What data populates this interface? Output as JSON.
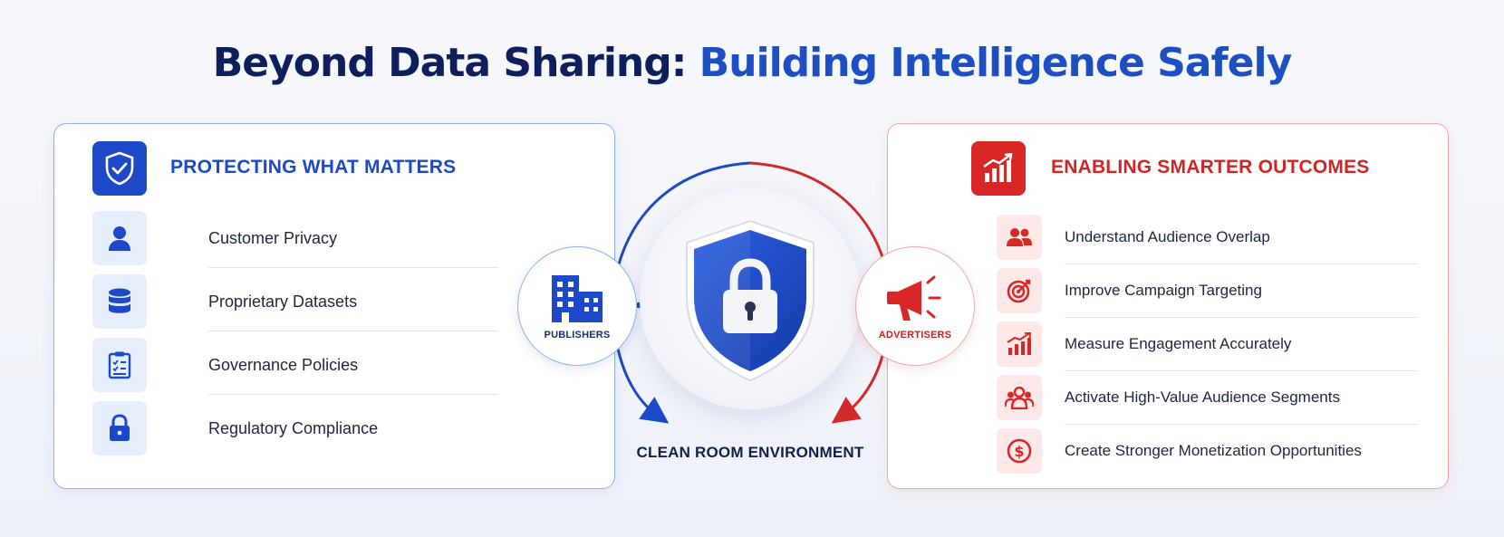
{
  "title": {
    "part1": "Beyond Data Sharing:",
    "part2": "Building Intelligence Safely"
  },
  "left_panel": {
    "heading": "PROTECTING WHAT MATTERS",
    "items": [
      {
        "label": "Customer Privacy",
        "icon": "user-icon"
      },
      {
        "label": "Proprietary Datasets",
        "icon": "database-icon"
      },
      {
        "label": "Governance Policies",
        "icon": "clipboard-checklist-icon"
      },
      {
        "label": "Regulatory Compliance",
        "icon": "padlock-icon"
      }
    ]
  },
  "right_panel": {
    "heading": "ENABLING SMARTER OUTCOMES",
    "items": [
      {
        "label": "Understand Audience Overlap",
        "icon": "people-icon"
      },
      {
        "label": "Improve Campaign Targeting",
        "icon": "target-icon"
      },
      {
        "label": "Measure Engagement Accurately",
        "icon": "growth-chart-icon"
      },
      {
        "label": "Activate High-Value Audience Segments",
        "icon": "group-icon"
      },
      {
        "label": "Create Stronger Monetization Opportunities",
        "icon": "dollar-coin-icon"
      }
    ]
  },
  "center": {
    "publishers_label": "PUBLISHERS",
    "advertisers_label": "ADVERTISERS",
    "environment_label": "CLEAN ROOM ENVIRONMENT"
  },
  "colors": {
    "navy": "#0f1f5c",
    "blue": "#1d48c8",
    "red": "#d92626",
    "light_blue": "#e6edfb",
    "light_red": "#fde8e8"
  }
}
